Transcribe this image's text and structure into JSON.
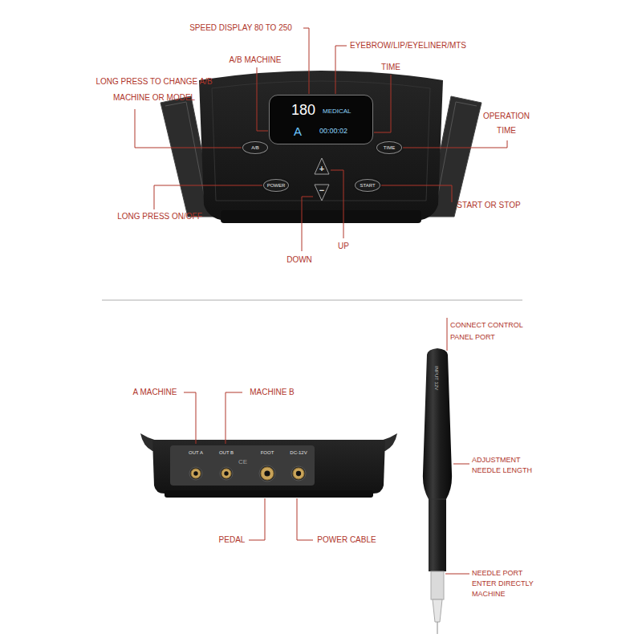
{
  "diagram": {
    "nodes": [
      {
        "text": [
          "180",
          "MEDICAL",
          "A",
          "00:00:02"
        ]
      },
      {
        "text": [
          "A/B"
        ]
      },
      {
        "text": [
          "TIME"
        ]
      },
      {
        "text": [
          "+"
        ]
      },
      {
        "text": [
          "POWER"
        ]
      },
      {
        "text": [
          "START"
        ]
      },
      {
        "text": [
          "−"
        ]
      },
      {
        "text": [
          "OUT A",
          "OUT B",
          "FOOT",
          "DC-12V"
        ]
      }
    ],
    "labels": [
      "SPEED DISPLAY 80 TO 250",
      "EYEBROW/LIP/EYELINER/MTS",
      "A/B MACHINE",
      "TIME",
      "LONG PRESS TO CHANGE A/B MACHINE OR MODEL",
      "OPERATION TIME",
      "LONG PRESS ON/OFF",
      "START OR STOP",
      "UP",
      "DOWN",
      "A MACHINE",
      "MACHINE B",
      "PEDAL",
      "POWER CABLE",
      "CONNECT CONTROL PANEL PORT",
      "ADJUSTMENT NEEDLE LENGTH",
      "NEEDLE PORT ENTER DIRECTLY MACHINE",
      "INPUT 12V",
      "CE"
    ]
  }
}
